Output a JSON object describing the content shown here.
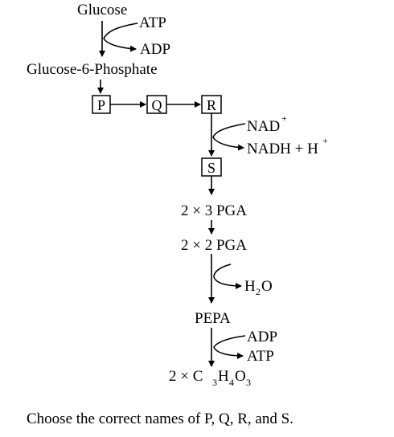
{
  "pathway": {
    "start": "Glucose",
    "atp_in": "ATP",
    "adp_out": "ADP",
    "g6p": "Glucose-6-Phosphate",
    "box_p": "P",
    "box_q": "Q",
    "box_r": "R",
    "nad": "NAD",
    "nad_charge": "+",
    "nadh": "NADH + H",
    "nadh_charge": "+",
    "box_s": "S",
    "pga3": "2 × 3 PGA",
    "pga2": "2 × 2 PGA",
    "water_h": "H",
    "water_sub": "2",
    "water_o": "O",
    "pepa": "PEPA",
    "adp_in": "ADP",
    "atp_out": "ATP",
    "product_prefix": "2 × C",
    "product_c_sub": "3",
    "product_h": "H",
    "product_h_sub": "4",
    "product_o": "O",
    "product_o_sub": "3"
  },
  "question": "Choose the correct names of P, Q, R, and S."
}
